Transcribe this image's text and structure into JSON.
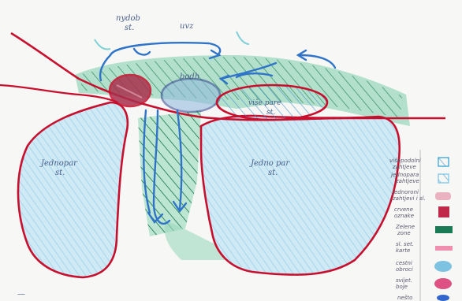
{
  "labels": {
    "top_left_1": "nydob",
    "top_left_2": "st.",
    "top_mid": "uvz",
    "center_oval": "bodh",
    "right_oval_1": "više pare",
    "right_oval_2": "st.",
    "left_block_1": "Jednopar",
    "left_block_2": "st.",
    "right_block_1": "Jedno par",
    "right_block_2": "st.",
    "bottom_left": "—"
  },
  "legend": [
    {
      "text_1": "višepodolni",
      "text_2": "zahtjeve",
      "swatch": "hatched-blue-box",
      "color": "#3aa3d8"
    },
    {
      "text_1": "jednopara",
      "text_2": "zahtjeve",
      "swatch": "hatched-blue-box",
      "color": "#7ec6e8"
    },
    {
      "text_1": "jednoroni",
      "text_2": "zahtjevi i sl.",
      "swatch": "pink-smudge",
      "color": "#e7a0b5"
    },
    {
      "text_1": "crvene",
      "text_2": "oznake",
      "swatch": "red-block",
      "color": "#c0294a"
    },
    {
      "text_1": "Zelene",
      "text_2": "zone",
      "swatch": "green-strip",
      "color": "#1a7a55"
    },
    {
      "text_1": "sl. set.",
      "text_2": "karte",
      "swatch": "pink-strip",
      "color": "#ee8fb0"
    },
    {
      "text_1": "cestni",
      "text_2": "obroci",
      "swatch": "cyan-smudge",
      "color": "#5fb4dd"
    },
    {
      "text_1": "svijet.",
      "text_2": "boje",
      "swatch": "magenta-smudge",
      "color": "#d8356d"
    },
    {
      "text_1": "nešto",
      "text_2": "",
      "swatch": "blue-dot",
      "color": "#3366cc"
    }
  ],
  "colors": {
    "red_outline": "#c8102e",
    "blue_arrows": "#2f74c8",
    "cyan_wash": "#bfe3f2",
    "green_wash": "#8fd1b6",
    "green_hatch": "#1e7a4e",
    "navy_oval": "#2c3f8f",
    "maroon_fill": "#a8304d"
  }
}
